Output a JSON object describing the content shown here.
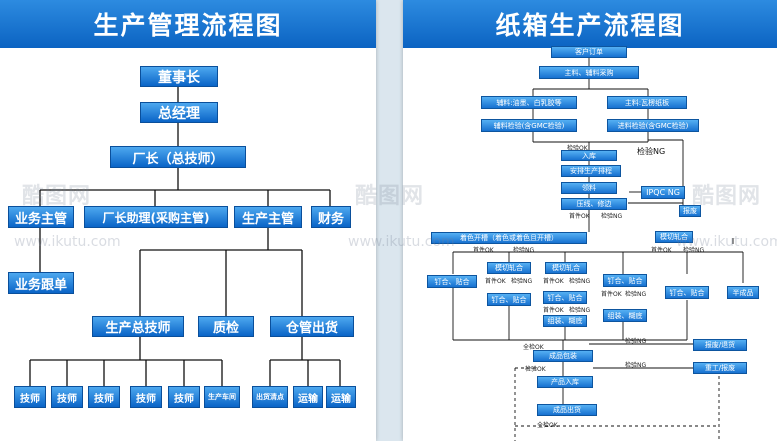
{
  "left": {
    "title": "生产管理流程图",
    "chairman": "董事长",
    "gm": "总经理",
    "director": "厂长（总技师）",
    "biz_supervisor": "业务主管",
    "assistant": "厂长助理(采购主管)",
    "prod_supervisor": "生产主管",
    "finance": "财务",
    "biz_follow": "业务跟单",
    "chief_tech": "生产总技师",
    "qc": "质检",
    "warehouse": "仓管出货",
    "tech": "技师",
    "workshop": "生产车间",
    "clearance": "出货清点",
    "transport": "运输"
  },
  "right": {
    "title": "纸箱生产流程图",
    "order": "客户订单",
    "purchase": "主料、辅料采购",
    "aux": "辅料:油墨、白乳胶等",
    "main": "主料:瓦楞纸板",
    "aux_check": "辅料检验(含GMC检验)",
    "main_check": "进料检验(含GMC检验)",
    "check_ok": "检验OK",
    "check_ng": "检验NG",
    "stock_in": "入库",
    "schedule": "安排生产排程",
    "pick": "领料",
    "press": "压线、修边",
    "ipqc": "IPQC NG",
    "scrap": "报废",
    "slot": "着色开槽（着色或着色且开槽）",
    "first_ok": "首件OK",
    "die_left": "模切轧合",
    "die_mid": "模切轧合",
    "die_right": "模切轧合",
    "nail_glue": "钉合、贴合",
    "group_glue": "组装、糊底",
    "semi": "半成品",
    "packing": "成品包装",
    "all_ok": "全检OK",
    "return": "报废/退货",
    "rework": "重工/报废",
    "fg_in": "产品入库",
    "shipping": "成品出货",
    "all_check_ok": "全检OK"
  },
  "watermark": {
    "brand": "酷图网",
    "url": "www.ikutu.com"
  },
  "colors": {
    "header_blue": "#0b63c2",
    "box_blue": "#1c7dd9"
  }
}
